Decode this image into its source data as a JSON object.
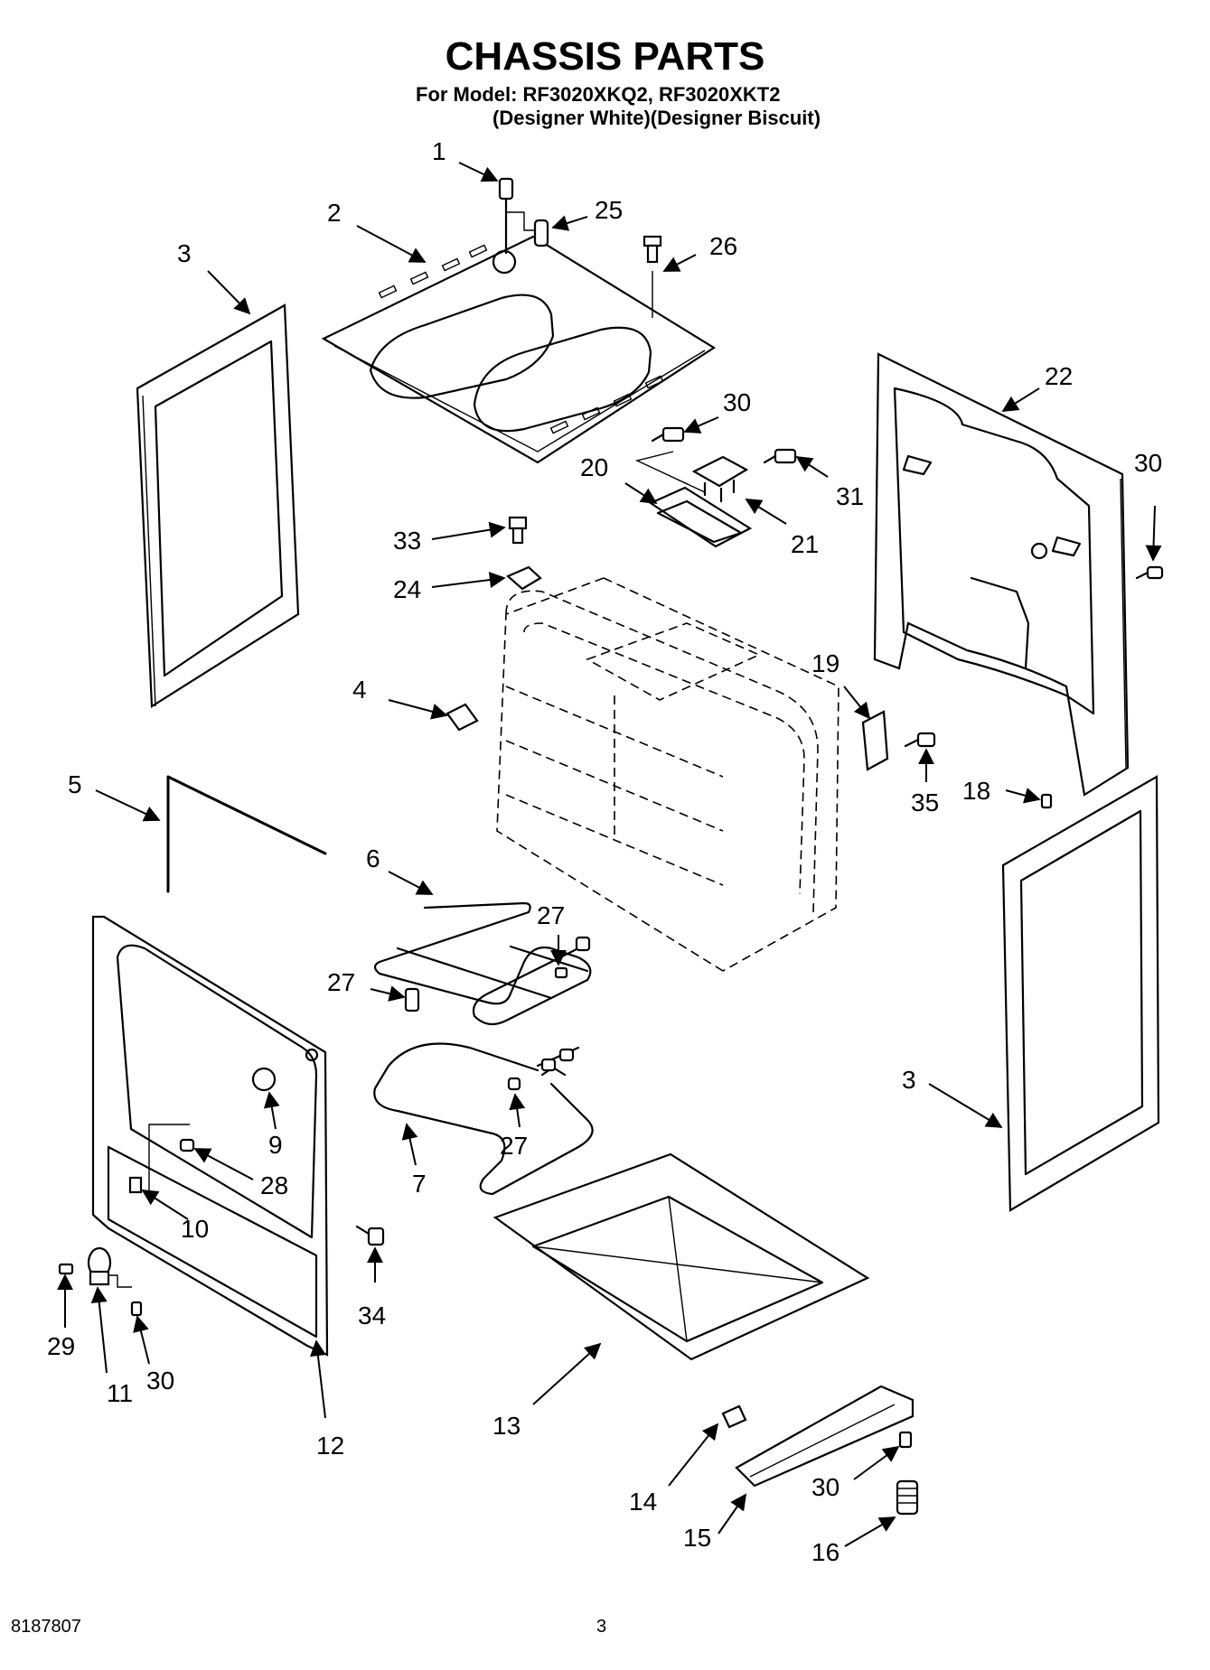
{
  "header": {
    "title": "CHASSIS PARTS",
    "model_line": "For Model: RF3020XKQ2, RF3020XKT2",
    "color_line": "(Designer White)(Designer Biscuit)"
  },
  "callouts": [
    "1",
    "2",
    "3",
    "25",
    "26",
    "22",
    "30",
    "30",
    "31",
    "20",
    "21",
    "33",
    "24",
    "4",
    "19",
    "35",
    "18",
    "5",
    "6",
    "27",
    "27",
    "27",
    "9",
    "28",
    "7",
    "10",
    "3",
    "13",
    "34",
    "29",
    "11",
    "30",
    "12",
    "14",
    "30",
    "15",
    "16"
  ],
  "footer": {
    "doc_number": "8187807",
    "page_number": "3"
  }
}
